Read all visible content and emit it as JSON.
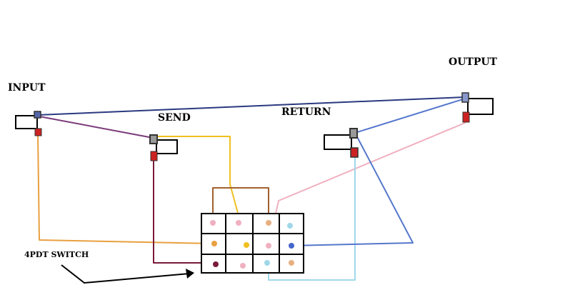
{
  "labels": {
    "input": "INPUT",
    "send": "SEND",
    "return": "RETURN",
    "output": "OUTPUT",
    "switch": "4PDT SWITCH"
  },
  "colors": {
    "tip": "#5566aa",
    "sleeve": "#cc2222",
    "blue_wire": "#2a3a80",
    "purple_wire": "#7a3a7a",
    "orange_wire": "#e8a040",
    "maroon_wire": "#7a1a3a",
    "yellow_wire": "#f0c020",
    "brown_wire": "#a06030",
    "pink_wire": "#f0b0c0",
    "light_blue_wire": "#a0d8e8",
    "mid_blue_wire": "#5577cc",
    "peach_lug": "#e8b080"
  }
}
